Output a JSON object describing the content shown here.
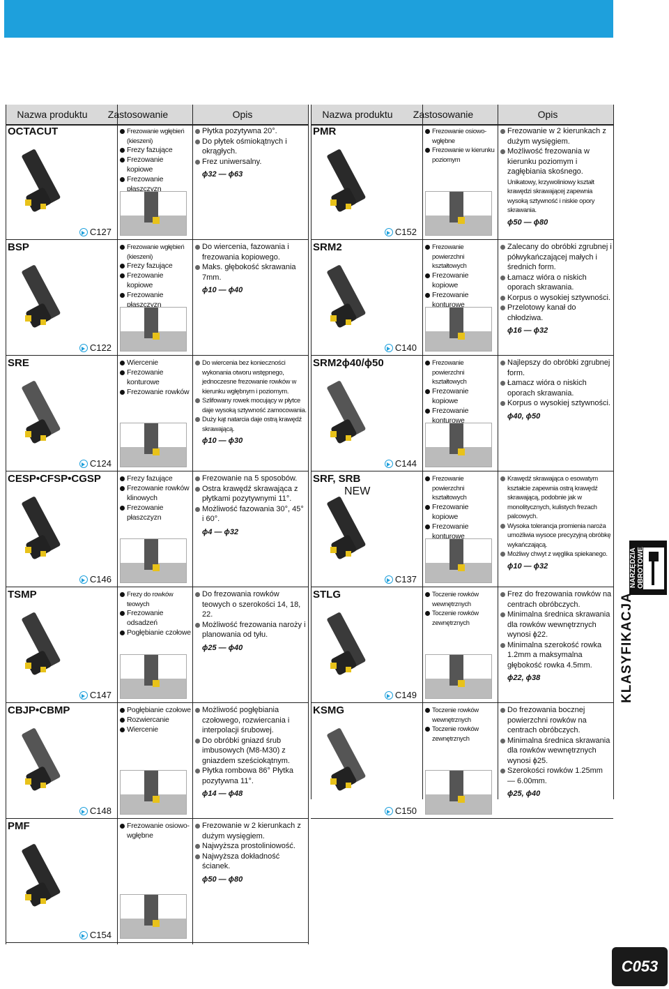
{
  "headers": {
    "name": "Nazwa produktu",
    "app": "Zastosowanie",
    "desc": "Opis"
  },
  "left_rows": [
    {
      "name": "OCTACUT",
      "page": "C127",
      "app": [
        {
          "t": "Frezowanie wgłębień (kieszeni)",
          "small": true
        },
        {
          "t": "Frezy fazujące"
        },
        {
          "t": "Frezowanie kopiowe"
        },
        {
          "t": "Frezowanie płaszczyzn"
        }
      ],
      "desc": [
        {
          "t": "Płytka pozytywna 20°."
        },
        {
          "t": "Do płytek ośmiokątnych i okrągłych."
        },
        {
          "t": "Frez uniwersalny."
        }
      ],
      "size": "ϕ32 — ϕ63"
    },
    {
      "name": "BSP",
      "page": "C122",
      "app": [
        {
          "t": "Frezowanie wgłębień (kieszeni)",
          "small": true
        },
        {
          "t": "Frezy fazujące"
        },
        {
          "t": "Frezowanie kopiowe"
        },
        {
          "t": "Frezowanie płaszczyzn"
        }
      ],
      "desc": [
        {
          "t": "Do wiercenia, fazowania i frezowania kopiowego."
        },
        {
          "t": "Maks. głębokość skrawania 7mm."
        }
      ],
      "size": "ϕ10 — ϕ40"
    },
    {
      "name": "SRE",
      "page": "C124",
      "app": [
        {
          "t": "Wiercenie"
        },
        {
          "t": "Frezowanie konturowe"
        },
        {
          "t": "Frezowanie rowków"
        }
      ],
      "desc": [
        {
          "t": "Do wiercenia bez konieczności wykonania otworu wstępnego, jednoczesne frezowanie rowków w kierunku wgłębnym i poziomym.",
          "small": true
        },
        {
          "t": "Szlifowany rowek mocujący w płytce daje wysoką sztywność zamocowania.",
          "small": true
        },
        {
          "t": "Duży kąt natarcia daje ostrą krawędź skrawającą.",
          "small": true
        }
      ],
      "size": "ϕ10 — ϕ30"
    },
    {
      "name": "CESP•CFSP•CGSP",
      "page": "C146",
      "app": [
        {
          "t": "Frezy fazujące"
        },
        {
          "t": "Frezowanie rowków klinowych"
        },
        {
          "t": "Frezowanie płaszczyzn"
        }
      ],
      "desc": [
        {
          "t": "Frezowanie na 5 sposobów."
        },
        {
          "t": "Ostra krawędź skrawająca z płytkami pozytywnymi 11°."
        },
        {
          "t": "Możliwość fazowania 30°, 45° i 60°."
        }
      ],
      "size": "ϕ4 — ϕ32"
    },
    {
      "name": "TSMP",
      "page": "C147",
      "app": [
        {
          "t": "Frezy do rowków teowych",
          "small": true
        },
        {
          "t": "Frezowanie odsadzeń"
        },
        {
          "t": "Pogłębianie czołowe"
        }
      ],
      "desc": [
        {
          "t": "Do frezowania rowków teowych o szerokości 14, 18, 22."
        },
        {
          "t": "Możliwość frezowania naroży i planowania od tyłu."
        }
      ],
      "size": "ϕ25 — ϕ40"
    },
    {
      "name": "CBJP•CBMP",
      "page": "C148",
      "app": [
        {
          "t": "Pogłębianie czołowe"
        },
        {
          "t": "Rozwiercanie"
        },
        {
          "t": "Wiercenie"
        }
      ],
      "desc": [
        {
          "t": "Możliwość pogłębiania czołowego, rozwiercania i interpolacji śrubowej."
        },
        {
          "t": "Do obróbki gniazd śrub imbusowych (M8-M30) z gniazdem sześciokątnym."
        },
        {
          "t": "Płytka rombowa 86° Płytka pozytywna 11°."
        }
      ],
      "size": "ϕ14 — ϕ48"
    },
    {
      "name": "PMF",
      "page": "C154",
      "app": [
        {
          "t": "Frezowanie osiowo-wgłębne"
        }
      ],
      "desc": [
        {
          "t": "Frezowanie w 2 kierunkach z dużym wysięgiem."
        },
        {
          "t": "Najwyższa prostoliniowość."
        },
        {
          "t": "Najwyższa dokładność ścianek."
        }
      ],
      "size": "ϕ50 — ϕ80"
    }
  ],
  "right_rows": [
    {
      "name": "PMR",
      "page": "C152",
      "app": [
        {
          "t": "Frezowanie osiowo-wgłębne",
          "small": true
        },
        {
          "t": "Frezowanie w kierunku poziomym",
          "small": true
        }
      ],
      "desc": [
        {
          "t": "Frezowanie w 2 kierunkach z dużym wysięgiem."
        },
        {
          "t": "Możliwość frezowania w kierunku poziomym i zagłębiania skośnego."
        },
        {
          "t": "Unikatowy, krzywoliniowy kształt krawędzi skrawającej zapewnia wysoką sztywność i niskie opory skrawania.",
          "small": true,
          "nobullet": true
        }
      ],
      "size": "ϕ50 — ϕ80"
    },
    {
      "name": "SRM2",
      "page": "C140",
      "app": [
        {
          "t": "Frezowanie powierzchni kształtowych",
          "small": true
        },
        {
          "t": "Frezowanie kopiowe"
        },
        {
          "t": "Frezowanie konturowe"
        }
      ],
      "desc": [
        {
          "t": "Zalecany do obróbki zgrubnej i półwykańczającej małych i średnich form."
        },
        {
          "t": "Łamacz wióra o niskich oporach skrawania."
        },
        {
          "t": "Korpus o wysokiej sztywności."
        },
        {
          "t": "Przelotowy kanał do chłodziwa."
        }
      ],
      "size": "ϕ16 — ϕ32"
    },
    {
      "name": "SRM2ϕ40/ϕ50",
      "page": "C144",
      "app": [
        {
          "t": "Frezowanie powierzchni kształtowych",
          "small": true
        },
        {
          "t": "Frezowanie kopiowe"
        },
        {
          "t": "Frezowanie konturowe"
        }
      ],
      "desc": [
        {
          "t": "Najlepszy do obróbki zgrubnej form."
        },
        {
          "t": "Łamacz wióra o niskich oporach skrawania."
        },
        {
          "t": "Korpus o wysokiej sztywności."
        }
      ],
      "size": "ϕ40, ϕ50"
    },
    {
      "name": "SRF, SRB",
      "badge": "NEW",
      "page": "C137",
      "app": [
        {
          "t": "Frezowanie powierzchni kształtowych",
          "small": true
        },
        {
          "t": "Frezowanie kopiowe"
        },
        {
          "t": "Frezowanie konturowe"
        }
      ],
      "desc": [
        {
          "t": "Krawędź skrawająca o esowatym kształcie zapewnia ostrą krawędź skrawającą, podobnie jak w monolitycznych, kulistych frezach palcowych.",
          "small": true
        },
        {
          "t": "Wysoka tolerancja promienia naroża umożliwia wysoce precyzyjną obróbkę wykańczającą.",
          "small": true
        },
        {
          "t": "Możliwy chwyt z węglika spiekanego.",
          "small": true
        }
      ],
      "size": "ϕ10 — ϕ32"
    },
    {
      "name": "STLG",
      "page": "C149",
      "app": [
        {
          "t": "Toczenie rowków wewnętrznych",
          "small": true
        },
        {
          "t": "Toczenie rowków zewnętrznych",
          "small": true
        }
      ],
      "desc": [
        {
          "t": "Frez do frezowania rowków na centrach obróbczych."
        },
        {
          "t": "Minimalna średnica skrawania dla rowków wewnętrznych wynosi ϕ22."
        },
        {
          "t": "Minimalna szerokość rowka 1.2mm a maksymalna głębokość rowka 4.5mm."
        }
      ],
      "size": "ϕ22, ϕ38"
    },
    {
      "name": "KSMG",
      "page": "C150",
      "app": [
        {
          "t": "Toczenie rowków wewnętrznych",
          "small": true
        },
        {
          "t": "Toczenie rowków zewnętrznych",
          "small": true
        }
      ],
      "desc": [
        {
          "t": "Do frezowania bocznej powierzchni rowków na centrach obróbczych."
        },
        {
          "t": "Minimalna średnica skrawania dla rowków wewnętrznych wynosi ϕ25."
        },
        {
          "t": "Szerokości rowków 1.25mm — 6.00mm."
        }
      ],
      "size": "ϕ25, ϕ40"
    }
  ],
  "side_tab": "NARZĘDZIA OBROTOWE",
  "vertical_label": "KLASYFIKACJA",
  "page_number": "C053",
  "colors": {
    "accent": "#1ea0dc",
    "header_bg": "#d9d9d9",
    "badge_bg": "#1a1a1a",
    "new_badge": "#e44444"
  }
}
